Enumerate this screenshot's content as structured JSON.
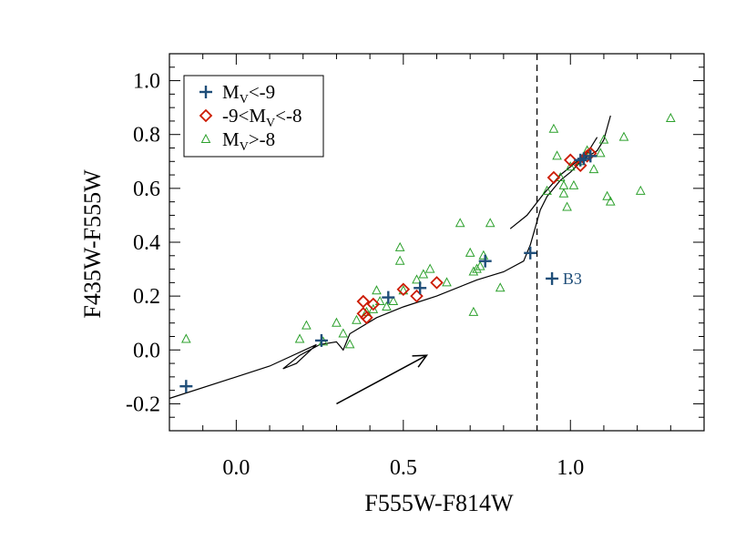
{
  "chart_data": {
    "type": "scatter",
    "title": "",
    "xlabel": "F555W-F814W",
    "ylabel": "F435W-F555W",
    "xlim": [
      -0.2,
      1.4
    ],
    "ylim": [
      -0.3,
      1.1
    ],
    "xticks": [
      0.0,
      0.5,
      1.0
    ],
    "xtick_labels": [
      "0.0",
      "0.5",
      "1.0"
    ],
    "yticks": [
      -0.2,
      0.0,
      0.2,
      0.4,
      0.6,
      0.8,
      1.0
    ],
    "ytick_labels": [
      "-0.2",
      "0.0",
      "0.2",
      "0.4",
      "0.6",
      "0.8",
      "1.0"
    ],
    "grid": false,
    "legend_position": "top-left",
    "colors": {
      "bright": "#1f4e79",
      "mid": "#cc1a00",
      "faint": "#2ca02c",
      "line": "#000000"
    },
    "legend": [
      {
        "marker": "plus",
        "color": "#1f4e79",
        "label": "M",
        "sub": "V",
        "suffix": "<-9"
      },
      {
        "marker": "diamond",
        "color": "#cc1a00",
        "label": "-9<M",
        "sub": "V",
        "suffix": "<-8"
      },
      {
        "marker": "triangle",
        "color": "#2ca02c",
        "label": "M",
        "sub": "V",
        "suffix": ">-8"
      }
    ],
    "series": [
      {
        "name": "MV<-9",
        "marker": "plus",
        "color": "#1f4e79",
        "points": [
          [
            -0.15,
            -0.135
          ],
          [
            0.255,
            0.035
          ],
          [
            0.455,
            0.195
          ],
          [
            0.55,
            0.23
          ],
          [
            0.745,
            0.33
          ],
          [
            0.88,
            0.36
          ],
          [
            0.945,
            0.265
          ],
          [
            1.03,
            0.705
          ],
          [
            1.04,
            0.71
          ],
          [
            1.06,
            0.72
          ]
        ]
      },
      {
        "name": "-9<MV<-8",
        "marker": "diamond",
        "color": "#cc1a00",
        "points": [
          [
            0.38,
            0.18
          ],
          [
            0.38,
            0.135
          ],
          [
            0.39,
            0.12
          ],
          [
            0.41,
            0.17
          ],
          [
            0.5,
            0.225
          ],
          [
            0.54,
            0.2
          ],
          [
            0.6,
            0.25
          ],
          [
            0.95,
            0.64
          ],
          [
            1.0,
            0.705
          ],
          [
            1.03,
            0.685
          ],
          [
            1.05,
            0.72
          ],
          [
            1.06,
            0.73
          ]
        ]
      },
      {
        "name": "MV>-8",
        "marker": "triangle",
        "color": "#2ca02c",
        "points": [
          [
            -0.15,
            0.04
          ],
          [
            0.19,
            0.04
          ],
          [
            0.21,
            0.09
          ],
          [
            0.26,
            0.03
          ],
          [
            0.3,
            0.1
          ],
          [
            0.32,
            0.06
          ],
          [
            0.34,
            0.02
          ],
          [
            0.36,
            0.11
          ],
          [
            0.39,
            0.14
          ],
          [
            0.41,
            0.15
          ],
          [
            0.42,
            0.22
          ],
          [
            0.43,
            0.18
          ],
          [
            0.45,
            0.16
          ],
          [
            0.47,
            0.18
          ],
          [
            0.49,
            0.33
          ],
          [
            0.49,
            0.38
          ],
          [
            0.5,
            0.22
          ],
          [
            0.54,
            0.26
          ],
          [
            0.56,
            0.28
          ],
          [
            0.58,
            0.3
          ],
          [
            0.63,
            0.25
          ],
          [
            0.67,
            0.47
          ],
          [
            0.7,
            0.36
          ],
          [
            0.71,
            0.29
          ],
          [
            0.72,
            0.3
          ],
          [
            0.73,
            0.31
          ],
          [
            0.74,
            0.35
          ],
          [
            0.76,
            0.47
          ],
          [
            0.71,
            0.14
          ],
          [
            0.79,
            0.23
          ],
          [
            0.93,
            0.59
          ],
          [
            0.95,
            0.82
          ],
          [
            0.97,
            0.64
          ],
          [
            0.98,
            0.58
          ],
          [
            0.99,
            0.53
          ],
          [
            1.0,
            0.68
          ],
          [
            1.01,
            0.61
          ],
          [
            1.03,
            0.7
          ],
          [
            1.05,
            0.74
          ],
          [
            1.07,
            0.67
          ],
          [
            1.09,
            0.73
          ],
          [
            1.1,
            0.78
          ],
          [
            1.11,
            0.57
          ],
          [
            1.12,
            0.55
          ],
          [
            1.16,
            0.79
          ],
          [
            1.21,
            0.59
          ],
          [
            1.3,
            0.86
          ],
          [
            0.96,
            0.72
          ],
          [
            0.98,
            0.61
          ]
        ]
      }
    ],
    "lines": [
      {
        "name": "model-track",
        "points": [
          [
            -0.2,
            -0.18
          ],
          [
            0.1,
            -0.06
          ],
          [
            0.24,
            0.02
          ],
          [
            0.18,
            -0.05
          ],
          [
            0.14,
            -0.07
          ],
          [
            0.19,
            -0.02
          ],
          [
            0.25,
            0.02
          ],
          [
            0.3,
            0.03
          ],
          [
            0.32,
            0.0
          ],
          [
            0.34,
            0.06
          ],
          [
            0.42,
            0.12
          ],
          [
            0.5,
            0.16
          ],
          [
            0.6,
            0.2
          ],
          [
            0.72,
            0.26
          ],
          [
            0.8,
            0.29
          ],
          [
            0.86,
            0.33
          ],
          [
            0.88,
            0.39
          ],
          [
            0.91,
            0.52
          ],
          [
            0.93,
            0.57
          ],
          [
            0.97,
            0.63
          ],
          [
            1.0,
            0.66
          ],
          [
            1.04,
            0.71
          ],
          [
            1.08,
            0.74
          ],
          [
            1.1,
            0.78
          ],
          [
            1.12,
            0.87
          ]
        ]
      },
      {
        "name": "model-track-branch",
        "points": [
          [
            0.82,
            0.45
          ],
          [
            0.87,
            0.5
          ],
          [
            0.92,
            0.58
          ],
          [
            0.97,
            0.65
          ],
          [
            1.01,
            0.69
          ],
          [
            1.05,
            0.73
          ],
          [
            1.08,
            0.79
          ]
        ]
      }
    ],
    "vline": {
      "x": 0.9,
      "style": "dashed"
    },
    "arrow": {
      "from": [
        0.3,
        -0.2
      ],
      "to": [
        0.57,
        -0.02
      ]
    },
    "annotations": [
      {
        "text": "B3",
        "x": 0.95,
        "y": 0.265
      }
    ]
  }
}
